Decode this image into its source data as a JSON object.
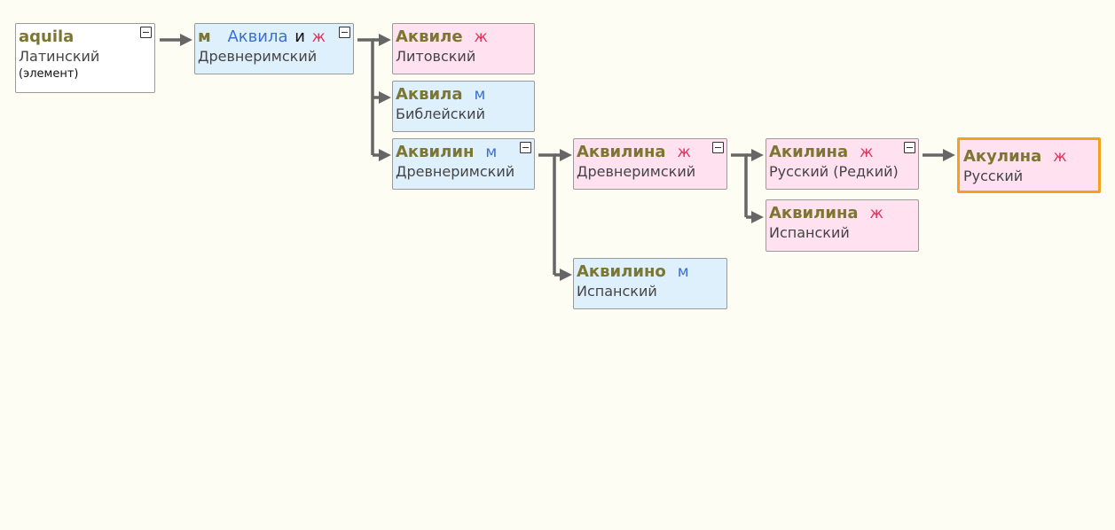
{
  "colors": {
    "background": "#fdfdf3",
    "male_fill": "#dff0fd",
    "female_fill": "#ffe1f0",
    "name_text": "#7c7630",
    "male_symbol": "#3b6fd1",
    "female_symbol": "#e0335c",
    "connector": "#666666",
    "highlight_border": "#f5a11c"
  },
  "nodes": [
    {
      "id": "aquila",
      "name": "aquila",
      "origin": "Латинский",
      "note": "(элемент)",
      "gender": "",
      "type": "neutral",
      "collapsible": true,
      "current": false
    },
    {
      "id": "akvila-roman",
      "gender_m": "м",
      "name": "Аквила",
      "conj": "и",
      "gender_f": "ж",
      "origin": "Древнеримский",
      "type": "m",
      "collapsible": true,
      "current": false
    },
    {
      "id": "akvile",
      "name": "Аквиле",
      "gender": "ж",
      "origin": "Литовский",
      "type": "f",
      "collapsible": false,
      "current": false
    },
    {
      "id": "akvila-bible",
      "name": "Аквила",
      "gender": "м",
      "origin": "Библейский",
      "type": "m",
      "collapsible": false,
      "current": false
    },
    {
      "id": "akvilin",
      "name": "Аквилин",
      "gender": "м",
      "origin": "Древнеримский",
      "type": "m",
      "collapsible": true,
      "current": false
    },
    {
      "id": "akvilina-roman",
      "name": "Аквилина",
      "gender": "ж",
      "origin": "Древнеримский",
      "type": "f",
      "collapsible": true,
      "current": false
    },
    {
      "id": "akvilino",
      "name": "Аквилино",
      "gender": "м",
      "origin": "Испанский",
      "type": "m",
      "collapsible": false,
      "current": false
    },
    {
      "id": "akilina",
      "name": "Акилина",
      "gender": "ж",
      "origin": "Русский (Редкий)",
      "type": "f",
      "collapsible": true,
      "current": false
    },
    {
      "id": "akvilina-es",
      "name": "Аквилина",
      "gender": "ж",
      "origin": "Испанский",
      "type": "f",
      "collapsible": false,
      "current": false
    },
    {
      "id": "akulina",
      "name": "Акулина",
      "gender": "ж",
      "origin": "Русский",
      "type": "f",
      "collapsible": false,
      "current": true
    }
  ]
}
